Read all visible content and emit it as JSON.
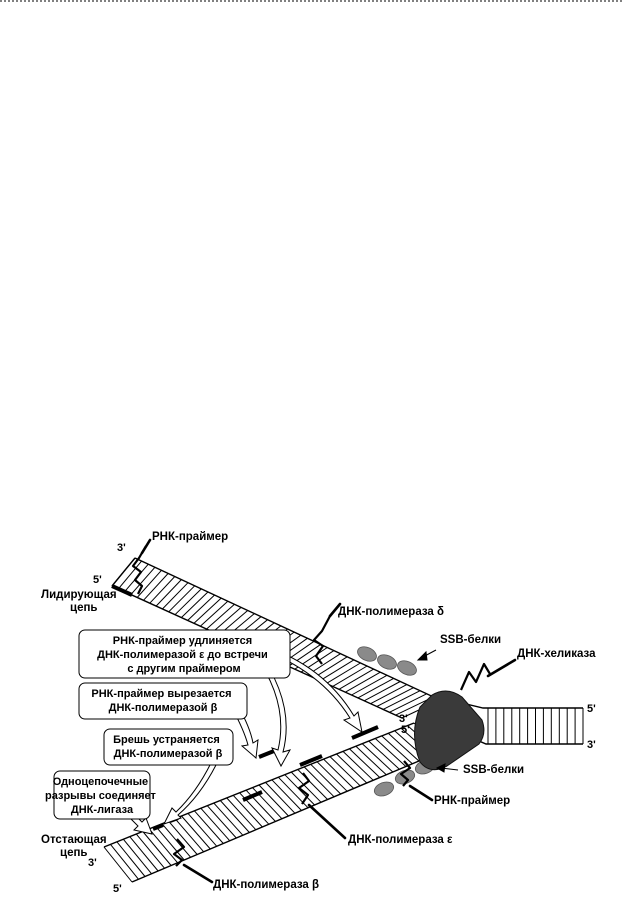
{
  "labels": {
    "rna_primer_top": "РНК-праймер",
    "leading_1": "Лидирующая",
    "leading_2": "цепь",
    "pol_delta": "ДНК-полимераза δ",
    "ssb_top": "SSB-белки",
    "helicase": "ДНК-хеликаза",
    "ssb_bottom": "SSB-белки",
    "rna_primer_bottom": "РНК-праймер",
    "pol_epsilon": "ДНК-полимераза ε",
    "pol_beta": "ДНК-полимераза β",
    "lagging_1": "Отстающая",
    "lagging_2": "цепь"
  },
  "callouts": {
    "elongation": [
      "РНК-праймер удлиняется",
      "ДНК-полимеразой ε до встречи",
      "с другим праймером"
    ],
    "excision": [
      "РНК-праймер вырезается",
      "ДНК-полимеразой β"
    ],
    "gap": [
      "Брешь устраняется",
      "ДНК-полимеразой β"
    ],
    "ligase": [
      "Одноцепочечные",
      "разрывы соединяет",
      "ДНК-лигаза"
    ]
  },
  "ends": {
    "top_left_3": "3'",
    "top_left_5": "5'",
    "right_top_5": "5'",
    "right_bottom_3": "3'",
    "fork_3": "3'",
    "fork_5": "5'",
    "bottom_left_3": "3'",
    "bottom_left_5": "5'"
  }
}
